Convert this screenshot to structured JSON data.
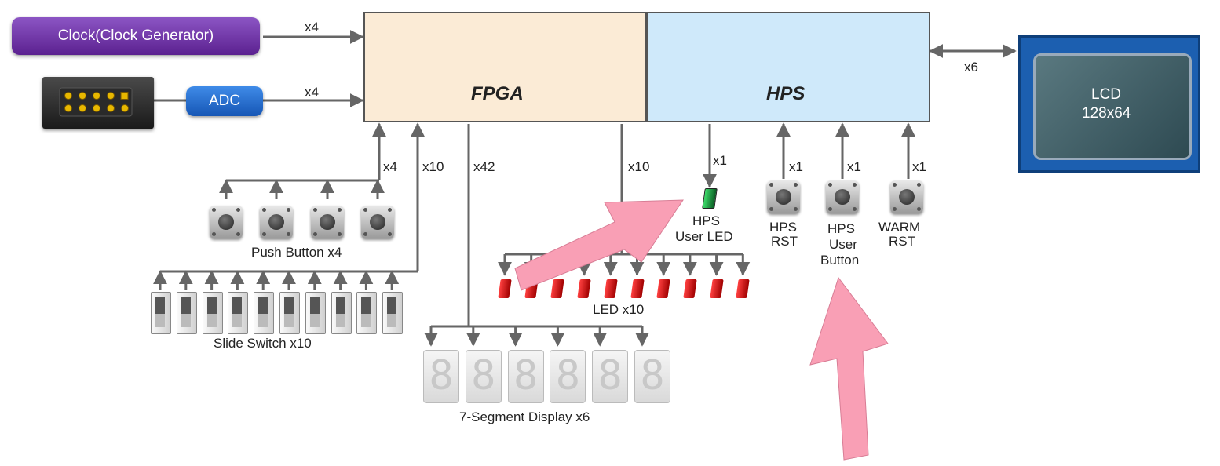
{
  "blocks": {
    "fpga": "FPGA",
    "hps": "HPS"
  },
  "clock_label": "Clock(Clock Generator)",
  "adc_label": "ADC",
  "lcd": {
    "line1": "LCD",
    "line2": "128x64"
  },
  "bus_labels": {
    "clock": "x4",
    "adc": "x4",
    "lcd": "x6",
    "push_button": "x4",
    "slide_switch": "x10",
    "seven_segment": "x42",
    "led": "x10",
    "hps_user_led": "x1",
    "hps_rst": "x1",
    "hps_user_button": "x1",
    "warm_rst": "x1"
  },
  "component_labels": {
    "push_button": "Push Button x4",
    "slide_switch": "Slide Switch x10",
    "led": "LED x10",
    "seven_segment": "7-Segment Display x6",
    "hps_user_led": [
      "HPS",
      "User LED"
    ],
    "hps_rst": [
      "HPS",
      "RST"
    ],
    "hps_user_button": [
      "HPS",
      "User",
      "Button"
    ],
    "warm_rst": [
      "WARM",
      "RST"
    ]
  },
  "seven_segment_glyph": "8",
  "colors": {
    "fpga_fill": "#fbebd6",
    "hps_fill": "#cfe9fa",
    "clock_pill": "#6b2fa0",
    "adc_pill": "#1f6fd0",
    "annotation_arrow": "#f99fb5",
    "line": "#666666"
  }
}
